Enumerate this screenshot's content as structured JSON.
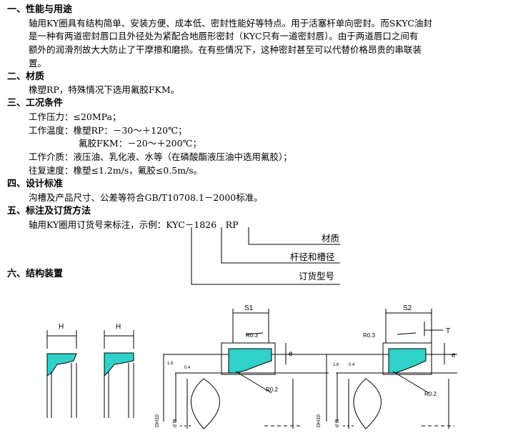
{
  "sections": {
    "s1": {
      "heading": "一、性能与用途",
      "lines": [
        "轴用KY圈具有结构简单、安装方便、成本低、密封性能好等特点。用于活塞杆单向密封。而SKYC油封",
        "是一种有两道密封唇口且外径处为紧配合地唇形密封（KYC只有一道密封唇）。由于两道唇口之间有",
        "额外的润滑剂故大大防止了干摩擦和磨损。在有些情况下，这种密封甚至可以代替价格昂贵的串联装",
        "置。"
      ]
    },
    "s2": {
      "heading": "二、材质",
      "lines": [
        "橡塑RP，特殊情况下选用氟胶FKM。"
      ]
    },
    "s3": {
      "heading": "三、工况条件",
      "lines": [
        "工作压力：≤20MPa；",
        "工作温度：橡塑RP：－30～＋120℃；",
        "氟胶FKM：－20～＋200℃；",
        "工作介质：液压油、乳化液、水等（在磷酸酯液压油中选用氟胶）；",
        "往复速度：橡塑≤1.2m/s，氟胶≤0.5m/s。"
      ]
    },
    "s4": {
      "heading": "四、设计标准",
      "lines": [
        "沟槽及产品尺寸、公差等符合GB/T10708.1－2000标准。"
      ]
    },
    "s5": {
      "heading": "五、标注及订货方法",
      "example": "轴用KY圈用订货号来标注，示例：KYC－1826　RP",
      "labels": [
        "材质",
        "杆径和槽径",
        "订货型号"
      ]
    },
    "s6": {
      "heading": "六、结构装置"
    }
  },
  "drawing": {
    "colors": {
      "seal": "#2fd1c8",
      "line": "#000000"
    },
    "labels": {
      "h1": "H",
      "h2": "H",
      "s1": "S1",
      "s2": "S2",
      "r03a": "R0.3",
      "r03b": "R0.3",
      "r02a": "R0.2",
      "r02b": "R0.2",
      "e1": "e",
      "e2": "e",
      "t": "T",
      "rough16a": "1.6",
      "rough04a": "0.4",
      "rough16b": "1.6",
      "rough04b": "0.4",
      "dh10a": "DH10",
      "df8a": "d f8",
      "dh10b": "DH10",
      "df8b": "d f8"
    }
  }
}
